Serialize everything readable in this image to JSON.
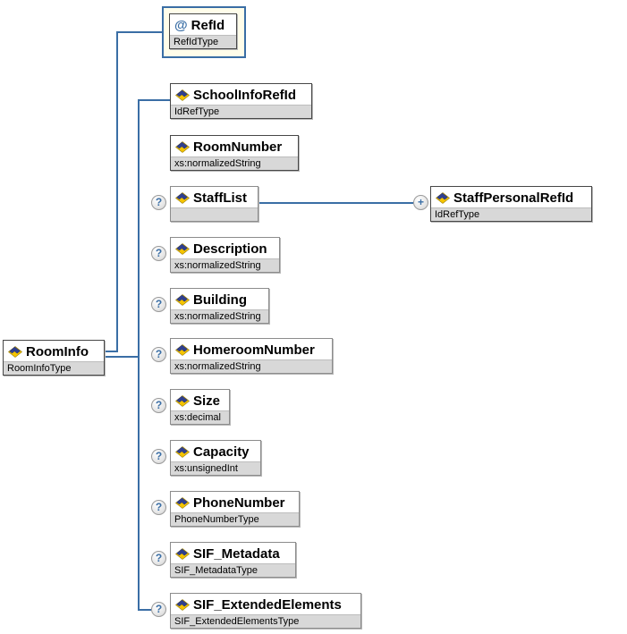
{
  "root": {
    "name": "RoomInfo",
    "type": "RoomInfoType"
  },
  "attribute": {
    "symbol": "@",
    "name": "RefId",
    "type": "RefIdType"
  },
  "children": [
    {
      "name": "SchoolInfoRefId",
      "type": "IdRefType",
      "optional": false
    },
    {
      "name": "RoomNumber",
      "type": "xs:normalizedString",
      "optional": false
    },
    {
      "name": "StaffList",
      "type": "",
      "optional": true
    },
    {
      "name": "Description",
      "type": "xs:normalizedString",
      "optional": true
    },
    {
      "name": "Building",
      "type": "xs:normalizedString",
      "optional": true
    },
    {
      "name": "HomeroomNumber",
      "type": "xs:normalizedString",
      "optional": true
    },
    {
      "name": "Size",
      "type": "xs:decimal",
      "optional": true
    },
    {
      "name": "Capacity",
      "type": "xs:unsignedInt",
      "optional": true
    },
    {
      "name": "PhoneNumber",
      "type": "PhoneNumberType",
      "optional": true
    },
    {
      "name": "SIF_Metadata",
      "type": "SIF_MetadataType",
      "optional": true
    },
    {
      "name": "SIF_ExtendedElements",
      "type": "SIF_ExtendedElementsType",
      "optional": true
    }
  ],
  "linked_child": {
    "name": "StaffPersonalRefId",
    "type": "IdRefType"
  },
  "markers": {
    "optional": "?",
    "repeat": "+"
  },
  "colors": {
    "connector": "#3a6ea5",
    "attribute_highlight_fill": "#fffdea",
    "attribute_highlight_border": "#3a6ea5",
    "type_band": "#d8d8d8",
    "box_border": "#8c8c8c"
  }
}
